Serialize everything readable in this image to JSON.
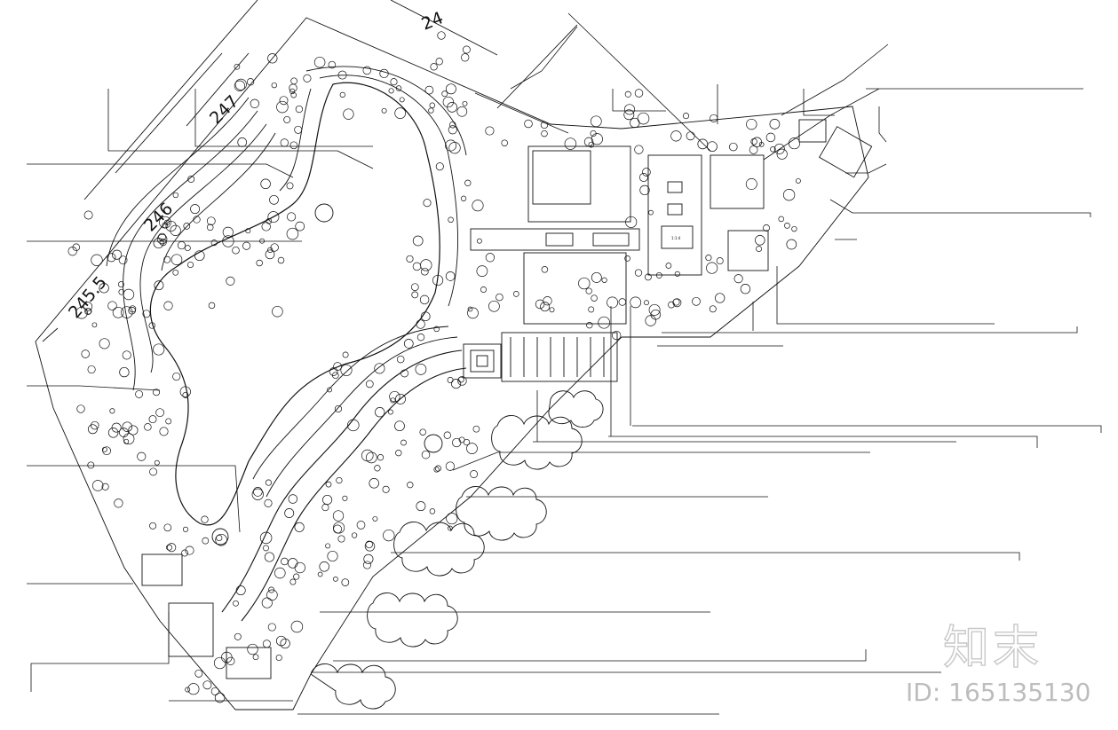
{
  "plan": {
    "contour_labels": [
      "24",
      "247",
      "246",
      "245.5"
    ],
    "small_labels": [
      "1:1:4"
    ]
  },
  "watermark": {
    "brand": "知末",
    "id_text": "ID: 165135130"
  }
}
